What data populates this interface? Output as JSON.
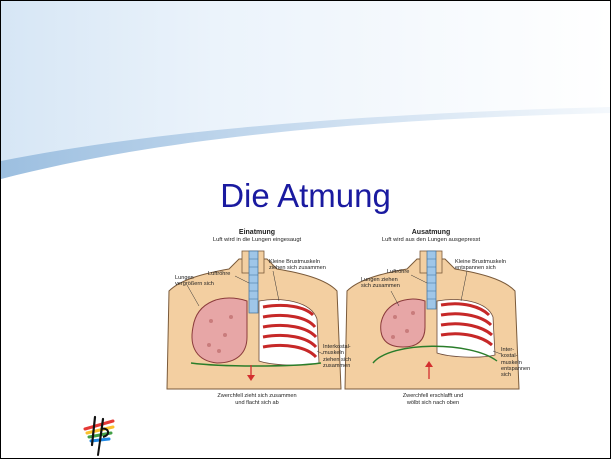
{
  "slide": {
    "title": "Die Atmung",
    "accent_color": "#1a1aa0",
    "swoosh_color": "#aecbe6"
  },
  "diagram": {
    "inhale": {
      "heading": "Einatmung",
      "subheading": "Luft wird in die Lungen eingesaugt",
      "label_trachea": "Luftröhre",
      "label_lungs_l1": "Lungen",
      "label_lungs_l2": "vergrößern sich",
      "label_muscles_l1": "Kleine Brustmuskeln",
      "label_muscles_l2": "ziehen sich zusammen",
      "label_intercostal_l1": "Interkostal-",
      "label_intercostal_l2": "muskeln",
      "label_intercostal_l3": "ziehen sich",
      "label_intercostal_l4": "zusammen",
      "caption_l1": "Zwerchfell zieht sich zusammen",
      "caption_l2": "und flacht sich ab"
    },
    "exhale": {
      "heading": "Ausatmung",
      "subheading": "Luft wird aus den Lungen ausgepresst",
      "label_trachea": "Luftröhre",
      "label_lungs_l1": "Lungen ziehen",
      "label_lungs_l2": "sich zusammen",
      "label_muscles_l1": "Kleine Brustmuskeln",
      "label_muscles_l2": "entspannen sich",
      "label_intercostal_l1": "Inter-",
      "label_intercostal_l2": "kostal-",
      "label_intercostal_l3": "muskeln",
      "label_intercostal_l4": "entspannen",
      "label_intercostal_l5": "sich",
      "caption_l1": "Zwerchfell erschlafft und",
      "caption_l2": "wölbt sich nach oben"
    }
  },
  "logo": {
    "icon": "hp-logo-icon"
  }
}
